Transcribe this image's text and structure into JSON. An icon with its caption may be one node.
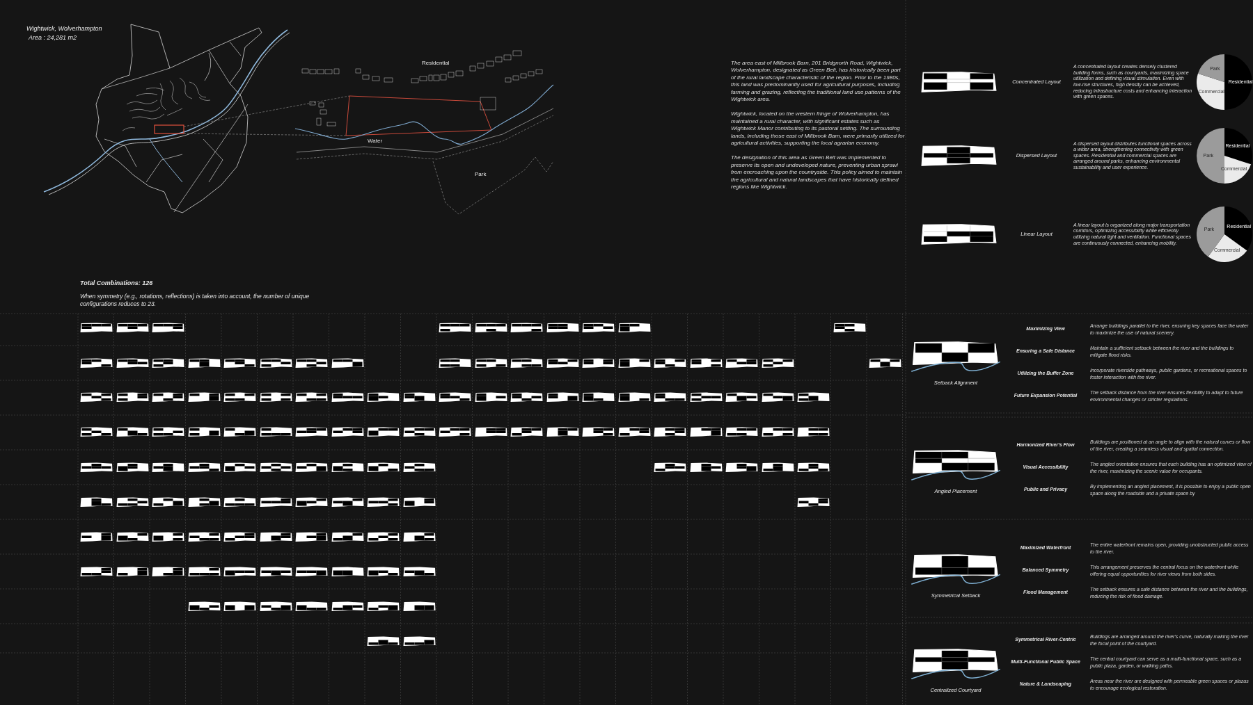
{
  "diagram": {
    "labels": [
      "Wightwick, Wolverhampton",
      "Area : 24,281 m2",
      "Residential",
      "Water",
      "Park",
      "The area east of Millbrook Barn, 201 Bridgnorth Road, Wightwick, Wolverhampton, designated as Green Belt, has historically been part of the rural landscape characteristic of the region. Prior to the 1980s, this land was predominantly used for agricultural purposes, including farming and grazing, reflecting the traditional land use patterns of the Wightwick area.",
      "Wightwick, located on the western fringe of Wolverhampton, has maintained a rural character, with significant estates such as Wightwick Manor contributing to its pastoral setting. The surrounding lands, including those east of Millbrook Barn, were primarily utilized for agricultural activities, supporting the local agrarian economy.",
      "The designation of this area as Green Belt was implemented to preserve its open and undeveloped nature, preventing urban sprawl from encroaching upon the countryside. This policy aimed to maintain the agricultural and natural landscapes that have historically defined regions like Wightwick.",
      "Concentrated Layout",
      "A concentrated layout creates densely clustered building forms, such as courtyards, maximizing space utilization and defining visual stimulation. Even with low-rise structures, high density can be achieved, reducing infrastructure costs and enhancing interaction with green spaces.",
      "Dispersed Layout",
      "A dispersed layout distributes functional spaces across a wider area, strengthening connectivity with green spaces. Residential and commercial spaces are arranged around parks, enhancing environmental sustainability and user experience.",
      "Linear Layout",
      "A linear layout is organized along major transportation corridors, optimizing accessibility while efficiently utilizing natural light and ventilation. Functional spaces are continuously connected, enhancing mobility.",
      "Total Combinations: 126",
      "When symmetry (e.g., rotations, reflections) is taken into account, the number of unique configurations reduces to 23.",
      "Setback Alignment",
      "Maximizing View",
      "Arrange buildings parallel to the river, ensuring key spaces face the water to maximize the use of natural scenery.",
      "Ensuring a Safe Distance",
      "Maintain a sufficient setback between the river and the buildings to mitigate flood risks.",
      "Utilizing the Buffer Zone",
      "Incorporate riverside pathways, public gardens, or recreational spaces to foster interaction with the river.",
      "Future Expansion Potential",
      "The setback distance from the river ensures flexibility to adapt to future environmental changes or stricter regulations.",
      "Angled Placement",
      "Harmonized River's Flow",
      "Buildings are positioned at an angle to align with the natural curves or flow of the river, creating a seamless visual and spatial connection.",
      "Visual Accessibility",
      "The angled orientation ensures that each building has an optimized view of the river, maximizing the scenic value for occupants.",
      "Public and Privacy",
      "By implementing an angled placement, it is possible to enjoy a public open space along the roadside and a private space by",
      "Symmetrical Setback",
      "Maximized Waterfront",
      "The entire waterfront remains open, providing unobstructed public access to the river.",
      "Balanced Symmetry",
      "This arrangement preserves the central focus on the waterfront while offering equal opportunities for river views from both sides.",
      "Flood Management",
      "The setback ensures a safe distance between the river and the buildings, reducing the risk of flood damage.",
      "Centralized Courtyard",
      "Symmetrical River-Centric",
      "Buildings are arranged around the river's curve, naturally making the river the focal point of the courtyard.",
      "Multi-Functional Public Space",
      "The central courtyard can serve as a multi-functional space, such as a public plaza, garden, or walking paths.",
      "Nature & Landscaping",
      "Areas near the river are designed with permeable green spaces or plazas to encourage ecological restoration."
    ],
    "chart_data": [
      {
        "type": "pie",
        "categories": [
          "Residential",
          "Commercial",
          "Park"
        ],
        "values": [
          50,
          30,
          20
        ]
      },
      {
        "type": "pie",
        "categories": [
          "Residential",
          "Commercial",
          "Park"
        ],
        "values": [
          30,
          20,
          50
        ]
      },
      {
        "type": "pie",
        "categories": [
          "Residential",
          "Commercial",
          "Park"
        ],
        "values": [
          35,
          25,
          40
        ]
      }
    ]
  }
}
